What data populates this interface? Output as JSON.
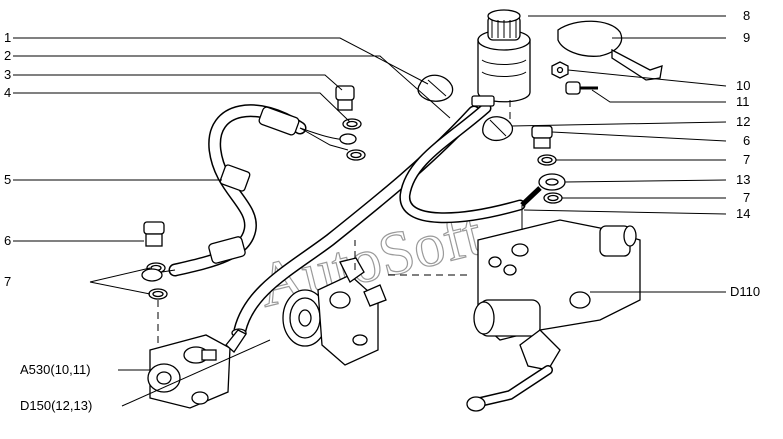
{
  "callouts": [
    {
      "id": "c1",
      "text": "1"
    },
    {
      "id": "c2",
      "text": "2"
    },
    {
      "id": "c3",
      "text": "3"
    },
    {
      "id": "c4",
      "text": "4"
    },
    {
      "id": "c5",
      "text": "5"
    },
    {
      "id": "c6l",
      "text": "6"
    },
    {
      "id": "c7l",
      "text": "7"
    },
    {
      "id": "cA530",
      "text": "A530(10,11)"
    },
    {
      "id": "cD150",
      "text": "D150(12,13)"
    },
    {
      "id": "c8",
      "text": "8"
    },
    {
      "id": "c9",
      "text": "9"
    },
    {
      "id": "c10",
      "text": "10"
    },
    {
      "id": "c11",
      "text": "11"
    },
    {
      "id": "c12",
      "text": "12"
    },
    {
      "id": "c6r",
      "text": "6"
    },
    {
      "id": "c7r1",
      "text": "7"
    },
    {
      "id": "c13",
      "text": "13"
    },
    {
      "id": "c7r2",
      "text": "7"
    },
    {
      "id": "c14",
      "text": "14"
    },
    {
      "id": "cD110",
      "text": "D110"
    }
  ],
  "watermark": "AutoSoft"
}
